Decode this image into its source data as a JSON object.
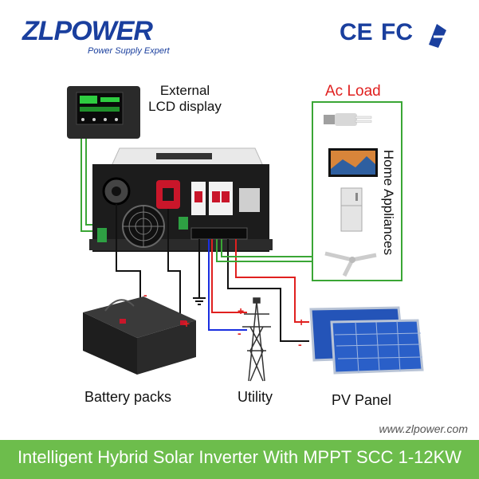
{
  "brand": {
    "logo_text": "ZLPOWER",
    "tagline": "Power Supply Expert",
    "certifications": [
      "CE",
      "FC"
    ]
  },
  "diagram": {
    "external_lcd_label": "External\nLCD display",
    "ac_load_label": "Ac Load",
    "home_appliances_label": "Home Appliances",
    "battery_label": "Battery packs",
    "utility_label": "Utility",
    "pv_label": "PV Panel",
    "plus": "+",
    "minus": "-",
    "colors": {
      "positive": "#e0201f",
      "negative": "#1a2fe0",
      "neutral": "#111111",
      "load": "#3aa635"
    }
  },
  "footer": {
    "url": "www.zlpower.com",
    "title": "Intelligent Hybrid Solar Inverter With MPPT SCC 1-12KW"
  }
}
